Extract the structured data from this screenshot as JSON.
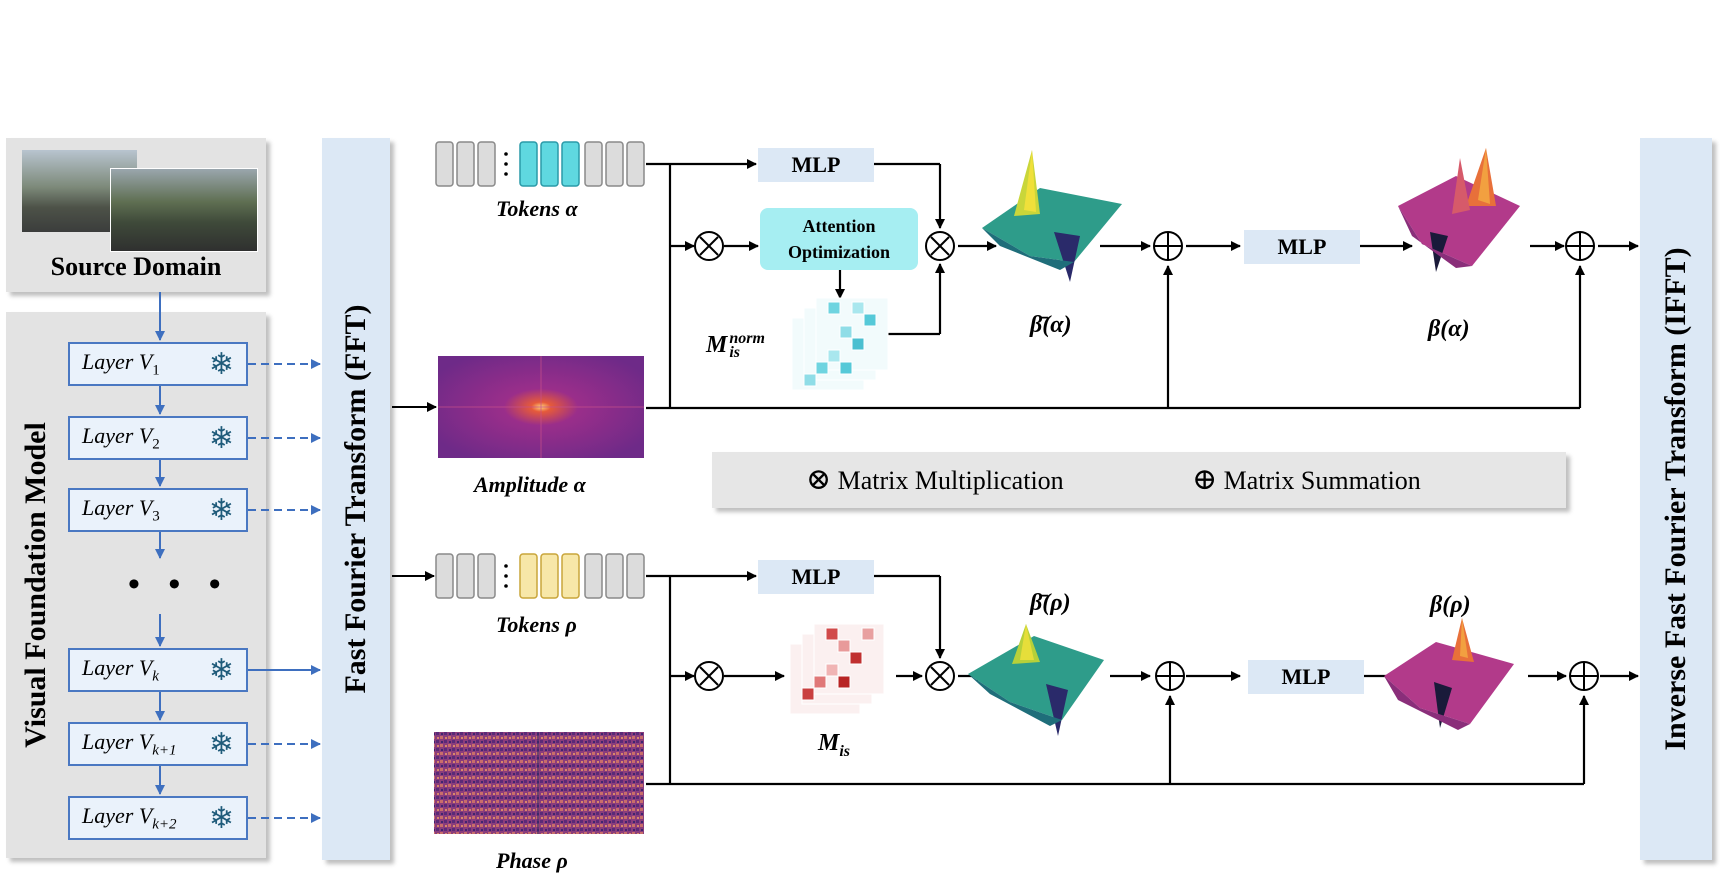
{
  "source_panel": {
    "label": "Source Domain"
  },
  "vfm_panel": {
    "label": "Visual Foundation Model"
  },
  "layers": [
    {
      "name": "Layer V",
      "sub": "1"
    },
    {
      "name": "Layer V",
      "sub": "2"
    },
    {
      "name": "Layer V",
      "sub": "3"
    },
    {
      "name": "Layer V",
      "sub": "k"
    },
    {
      "name": "Layer V",
      "sub": "k+1"
    },
    {
      "name": "Layer V",
      "sub": "k+2"
    }
  ],
  "ellipsis": "• • •",
  "fft_label": "Fast Fourier Transform (FFT)",
  "ifft_label": "Inverse Fast Fourier Transform (IFFT)",
  "amplitude_branch": {
    "tokens_label": "Tokens α",
    "image_label": "Amplitude α",
    "mlp1": "MLP",
    "attention": "Attention Optimization",
    "matrix_label": "M",
    "matrix_sub": "is",
    "matrix_sup": "norm",
    "beta_bar_label": "β̄(α)",
    "mlp2": "MLP",
    "beta_label": "β(α)"
  },
  "phase_branch": {
    "tokens_label": "Tokens ρ",
    "image_label": "Phase ρ",
    "mlp1": "MLP",
    "matrix_label": "M",
    "matrix_sub": "is",
    "beta_bar_label": "β̄(ρ)",
    "mlp2": "MLP",
    "beta_label": "β(ρ)"
  },
  "legend": {
    "mult_symbol": "⊗",
    "mult_label": "Matrix Multiplication",
    "sum_symbol": "⊕",
    "sum_label": "Matrix Summation"
  },
  "colors": {
    "arrow": "#000000",
    "layer_arrow": "#3e6fbf",
    "token_cyan": "#5fd8e0",
    "token_yellow": "#f7e7a8",
    "token_gray": "#dcdcdc",
    "attention_box": "#a6eef2",
    "mlp_box": "#dce8f5",
    "amplitude": "#7a2a8c",
    "phase": "#8a3a7a"
  }
}
